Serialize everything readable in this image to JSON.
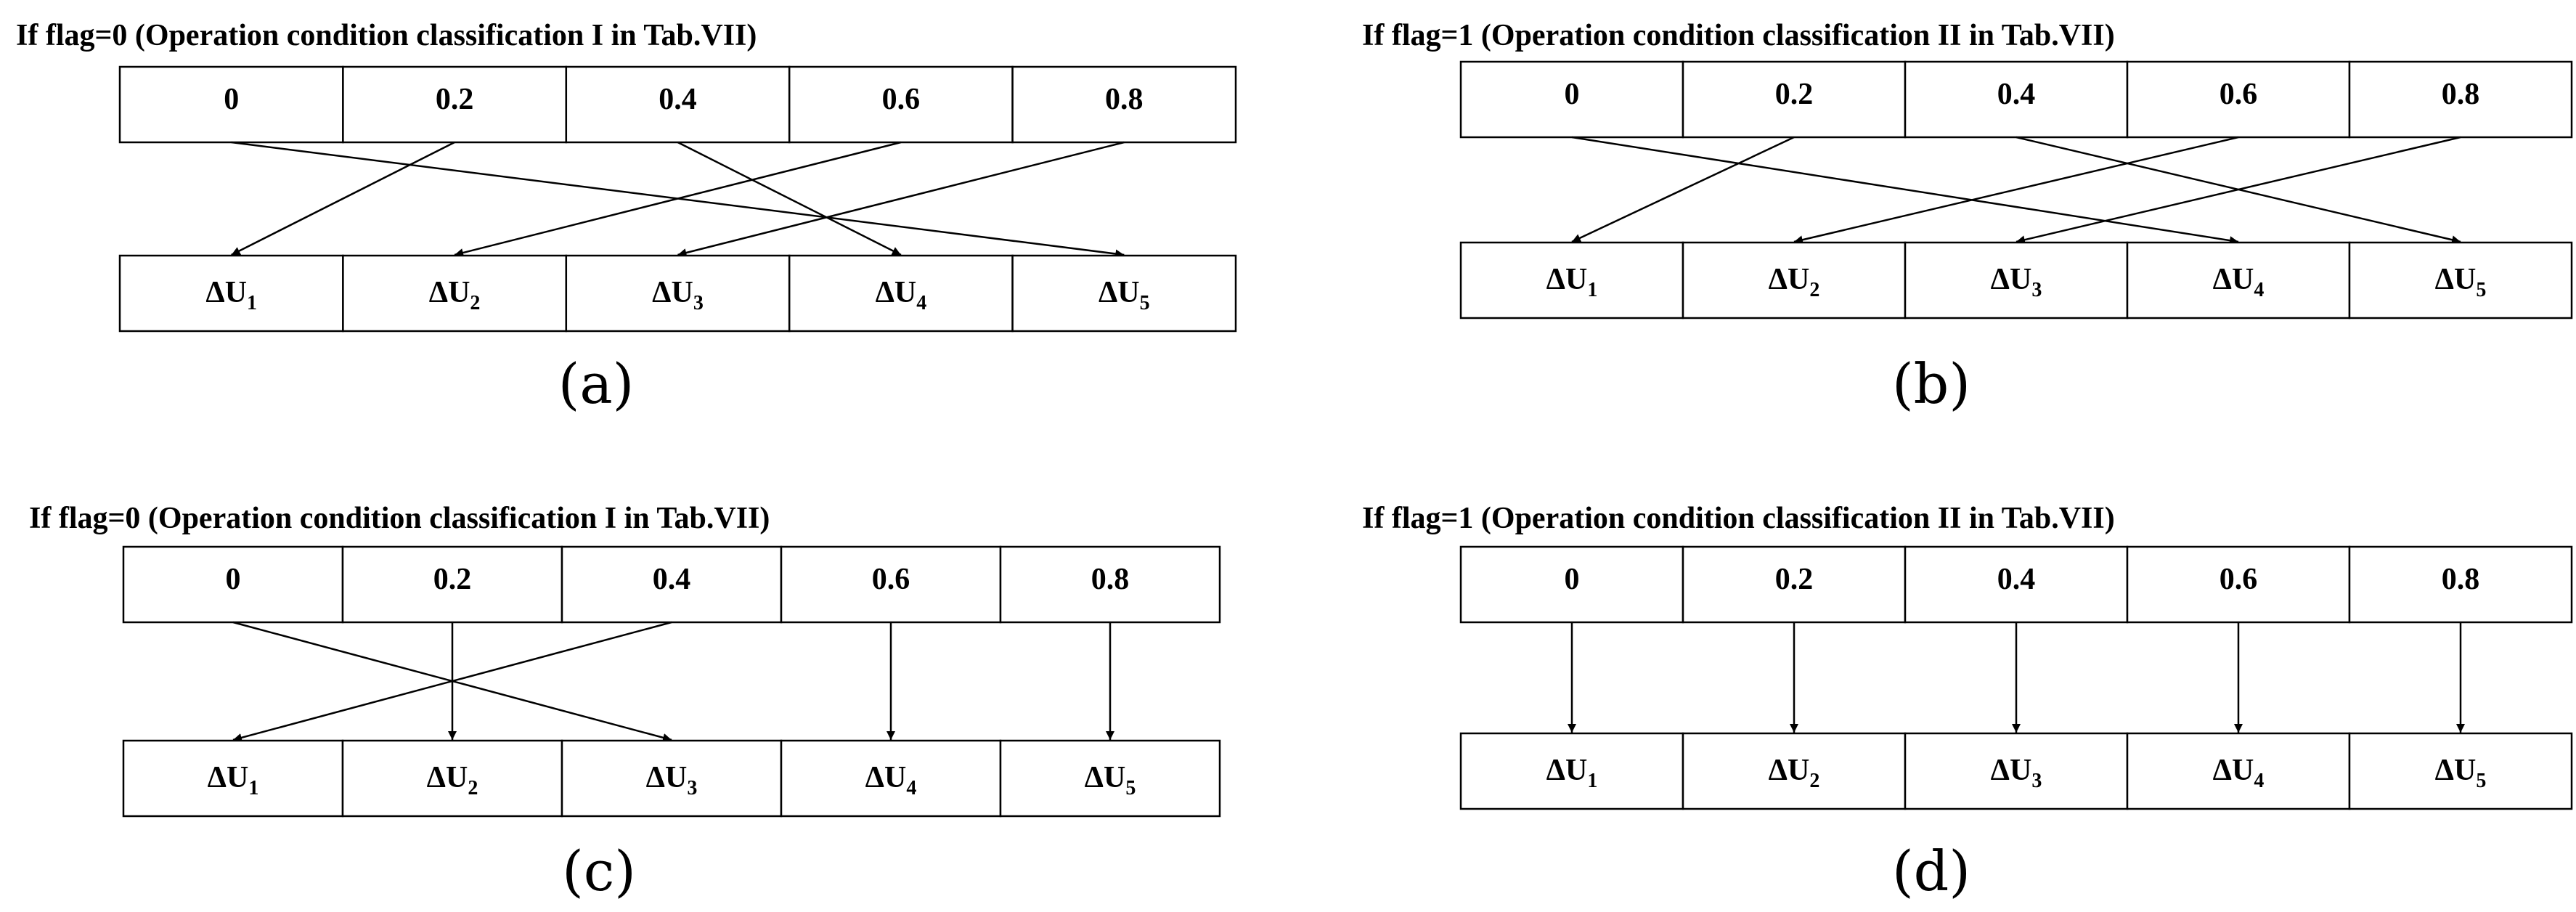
{
  "panels": [
    {
      "id": "a",
      "heading": "If flag=0 (Operation condition classification I in Tab.VII)",
      "label": "(a)",
      "top_cells": [
        "0",
        "0.2",
        "0.4",
        "0.6",
        "0.8"
      ],
      "bottom_cells": [
        {
          "prefix": "ΔU",
          "sub": "1"
        },
        {
          "prefix": "ΔU",
          "sub": "2"
        },
        {
          "prefix": "ΔU",
          "sub": "3"
        },
        {
          "prefix": "ΔU",
          "sub": "4"
        },
        {
          "prefix": "ΔU",
          "sub": "5"
        }
      ],
      "mapping": [
        [
          0,
          4
        ],
        [
          1,
          0
        ],
        [
          2,
          3
        ],
        [
          3,
          1
        ],
        [
          4,
          2
        ]
      ]
    },
    {
      "id": "b",
      "heading": "If flag=1 (Operation condition classification II in Tab.VII)",
      "label": "(b)",
      "top_cells": [
        "0",
        "0.2",
        "0.4",
        "0.6",
        "0.8"
      ],
      "bottom_cells": [
        {
          "prefix": "ΔU",
          "sub": "1"
        },
        {
          "prefix": "ΔU",
          "sub": "2"
        },
        {
          "prefix": "ΔU",
          "sub": "3"
        },
        {
          "prefix": "ΔU",
          "sub": "4"
        },
        {
          "prefix": "ΔU",
          "sub": "5"
        }
      ],
      "mapping": [
        [
          0,
          3
        ],
        [
          1,
          0
        ],
        [
          2,
          4
        ],
        [
          3,
          1
        ],
        [
          4,
          2
        ]
      ]
    },
    {
      "id": "c",
      "heading": "If flag=0 (Operation condition classification I in Tab.VII)",
      "label": "(c)",
      "top_cells": [
        "0",
        "0.2",
        "0.4",
        "0.6",
        "0.8"
      ],
      "bottom_cells": [
        {
          "prefix": "ΔU",
          "sub": "1"
        },
        {
          "prefix": "ΔU",
          "sub": "2"
        },
        {
          "prefix": "ΔU",
          "sub": "3"
        },
        {
          "prefix": "ΔU",
          "sub": "4"
        },
        {
          "prefix": "ΔU",
          "sub": "5"
        }
      ],
      "mapping": [
        [
          0,
          2
        ],
        [
          1,
          1
        ],
        [
          2,
          0
        ],
        [
          3,
          3
        ],
        [
          4,
          4
        ]
      ]
    },
    {
      "id": "d",
      "heading": "If flag=1 (Operation condition classification II in Tab.VII)",
      "label": "(d)",
      "top_cells": [
        "0",
        "0.2",
        "0.4",
        "0.6",
        "0.8"
      ],
      "bottom_cells": [
        {
          "prefix": "ΔU",
          "sub": "1"
        },
        {
          "prefix": "ΔU",
          "sub": "2"
        },
        {
          "prefix": "ΔU",
          "sub": "3"
        },
        {
          "prefix": "ΔU",
          "sub": "4"
        },
        {
          "prefix": "ΔU",
          "sub": "5"
        }
      ],
      "mapping": [
        [
          0,
          0
        ],
        [
          1,
          1
        ],
        [
          2,
          2
        ],
        [
          3,
          3
        ],
        [
          4,
          4
        ]
      ]
    }
  ]
}
